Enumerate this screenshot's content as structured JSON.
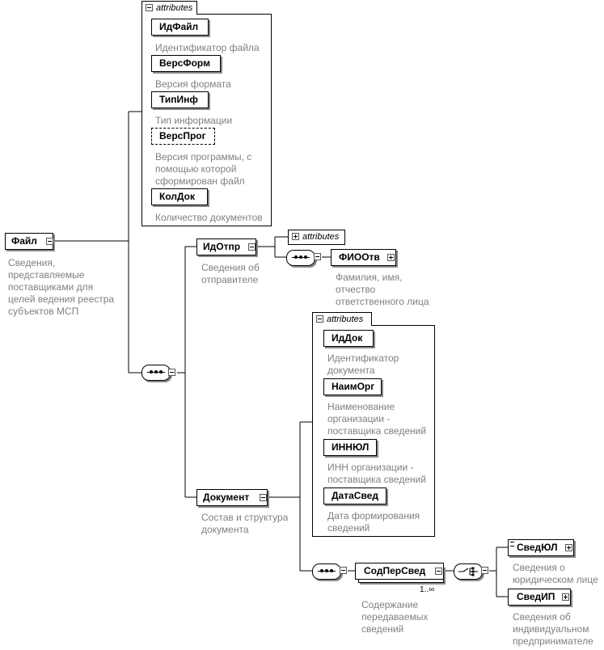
{
  "root": {
    "name": "Файл",
    "description": "Сведения, представляемые поставщиками для целей ведения реестра субъектов МСП",
    "description_lines": [
      "Сведения,",
      "представляемые",
      "поставщиками для",
      "целей ведения реестра",
      "субъектов МСП"
    ]
  },
  "root_attributes": {
    "header": "attributes",
    "items": [
      {
        "name": "ИдФайл",
        "desc": [
          "Идентификатор файла"
        ],
        "optional": false
      },
      {
        "name": "ВерсФорм",
        "desc": [
          "Версия формата"
        ],
        "optional": false
      },
      {
        "name": "ТипИнф",
        "desc": [
          "Тип информации"
        ],
        "optional": false
      },
      {
        "name": "ВерсПрог",
        "desc": [
          "Версия программы, с",
          "помощью которой",
          "сформирован файл"
        ],
        "optional": true
      },
      {
        "name": "КолДок",
        "desc": [
          "Количество документов"
        ],
        "optional": false
      }
    ]
  },
  "idotpr": {
    "name": "ИдОтпр",
    "desc": [
      "Сведения об",
      "отправителе"
    ],
    "attributes_header": "attributes",
    "child": {
      "name": "ФИООтв",
      "desc": [
        "Фамилия, имя,",
        "отчество",
        "ответственного лица"
      ]
    }
  },
  "dokument": {
    "name": "Документ",
    "desc": [
      "Состав и структура",
      "документа"
    ],
    "attributes_header": "attributes",
    "attributes": [
      {
        "name": "ИдДок",
        "desc": [
          "Идентификатор",
          "документа"
        ]
      },
      {
        "name": "НаимОрг",
        "desc": [
          "Наименование",
          "организации -",
          "поставщика сведений"
        ]
      },
      {
        "name": "ИННЮЛ",
        "desc": [
          "ИНН организации -",
          "поставщика сведений"
        ]
      },
      {
        "name": "ДатаСвед",
        "desc": [
          "Дата формирования",
          "сведений"
        ]
      }
    ],
    "child": {
      "name": "СодПерСвед",
      "cardinality": "1..∞",
      "desc": [
        "Содержание",
        "передаваемых",
        "сведений"
      ],
      "choices": [
        {
          "name": "СведЮЛ",
          "desc": [
            "Сведения о",
            "юридическом лице"
          ]
        },
        {
          "name": "СведИП",
          "desc": [
            "Сведения об",
            "индивидуальном",
            "предпринимателе"
          ]
        }
      ]
    }
  },
  "icons": {
    "expand": "plus-toggle-icon",
    "collapse": "minus-toggle-icon",
    "sequence": "sequence-compositor-icon",
    "choice": "choice-compositor-icon"
  },
  "colors": {
    "line": "#000000",
    "description": "#808080",
    "shadow": "#8a8a8a"
  }
}
